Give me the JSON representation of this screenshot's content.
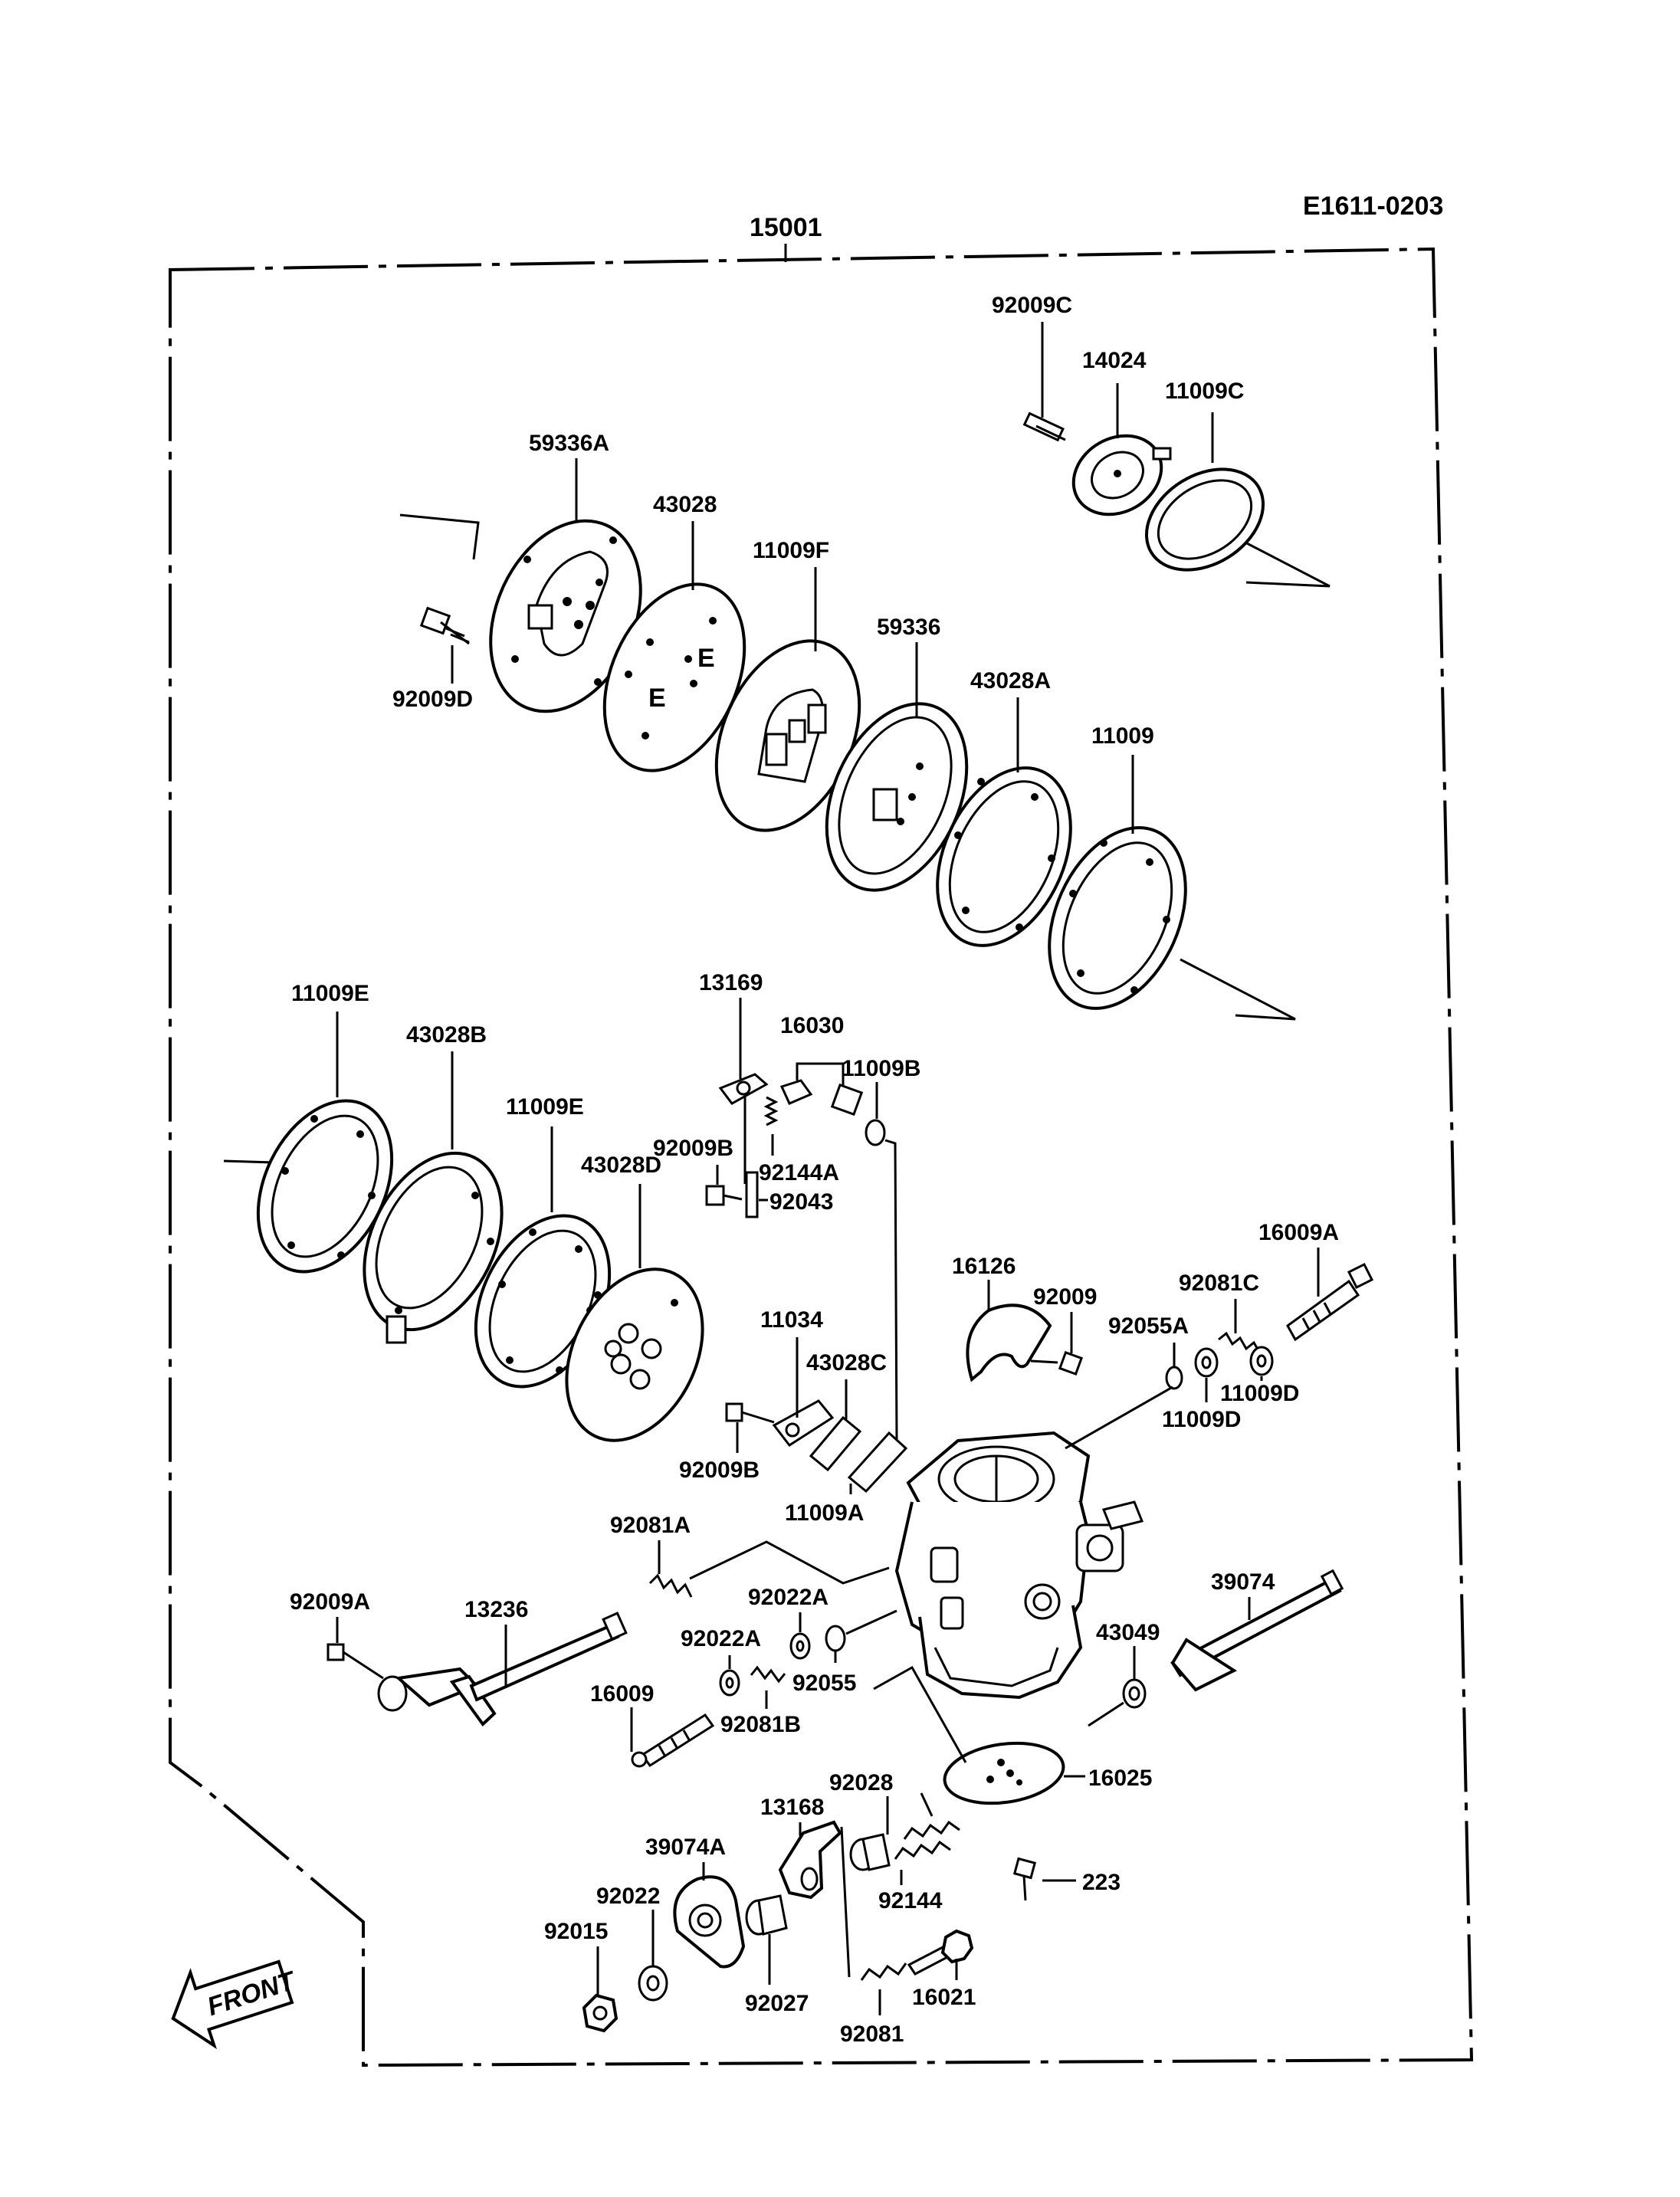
{
  "diagram_code": "E1611-0203",
  "assembly": "15001",
  "front_label": "FRONT",
  "labels": {
    "p92009C": "92009C",
    "p14024": "14024",
    "p11009C": "11009C",
    "p59336A": "59336A",
    "p43028": "43028",
    "p11009F": "11009F",
    "p59336": "59336",
    "p43028A": "43028A",
    "p11009": "11009",
    "p92009D": "92009D",
    "p11009E_a": "11009E",
    "p43028B": "43028B",
    "p11009E_b": "11009E",
    "p43028D": "43028D",
    "p13169": "13169",
    "p16030": "16030",
    "p11009B": "11009B",
    "p92009B_a": "92009B",
    "p92144A": "92144A",
    "p92043": "92043",
    "p16126": "16126",
    "p92009": "92009",
    "p16009A": "16009A",
    "p92081C": "92081C",
    "p92055A": "92055A",
    "p11009D_a": "11009D",
    "p11009D_b": "11009D",
    "p11034": "11034",
    "p43028C": "43028C",
    "p92009B_b": "92009B",
    "p11009A": "11009A",
    "p92081A": "92081A",
    "p92009A": "92009A",
    "p13236": "13236",
    "p92022A_a": "92022A",
    "p92022A_b": "92022A",
    "p92055": "92055",
    "p16009": "16009",
    "p92081B": "92081B",
    "p39074": "39074",
    "p43049": "43049",
    "p16025": "16025",
    "p92028": "92028",
    "p13168": "13168",
    "p39074A": "39074A",
    "p92022": "92022",
    "p92015": "92015",
    "p92144": "92144",
    "p223": "223",
    "p16021": "16021",
    "p92027": "92027",
    "p92081": "92081"
  }
}
